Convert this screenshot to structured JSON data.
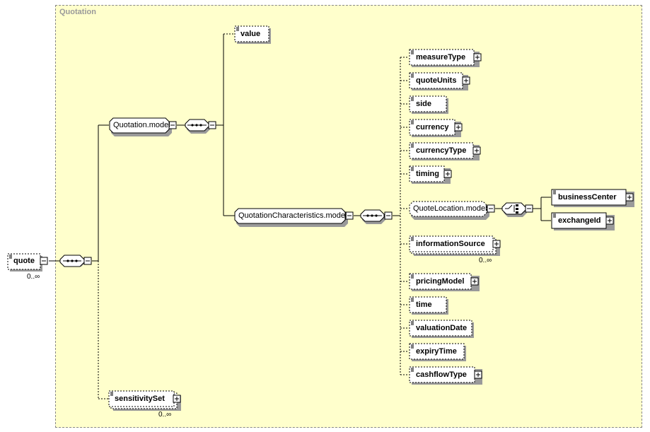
{
  "group": {
    "title": "Quotation"
  },
  "root": {
    "label": "quote",
    "occurs": "0..∞"
  },
  "models": {
    "quotation_model": "Quotation.model",
    "characteristics_model": "QuotationCharacteristics.model",
    "location_model": "QuoteLocation.model"
  },
  "elements": {
    "value": "value",
    "sensitivity_set": {
      "label": "sensitivitySet",
      "occurs": "0..∞"
    },
    "measure_type": "measureType",
    "quote_units": "quoteUnits",
    "side": "side",
    "currency": "currency",
    "currency_type": "currencyType",
    "timing": "timing",
    "business_center": "businessCenter",
    "exchange_id": "exchangeId",
    "information_source": {
      "label": "informationSource",
      "occurs": "0..∞"
    },
    "pricing_model": "pricingModel",
    "time": "time",
    "valuation_date": "valuationDate",
    "expiry_time": "expiryTime",
    "cashflow_type": "cashflowType"
  },
  "colors": {
    "group_bg": "#ffffcc",
    "box_bg": "#ffffff",
    "line": "#000000",
    "shadow": "#9a9a9a"
  }
}
